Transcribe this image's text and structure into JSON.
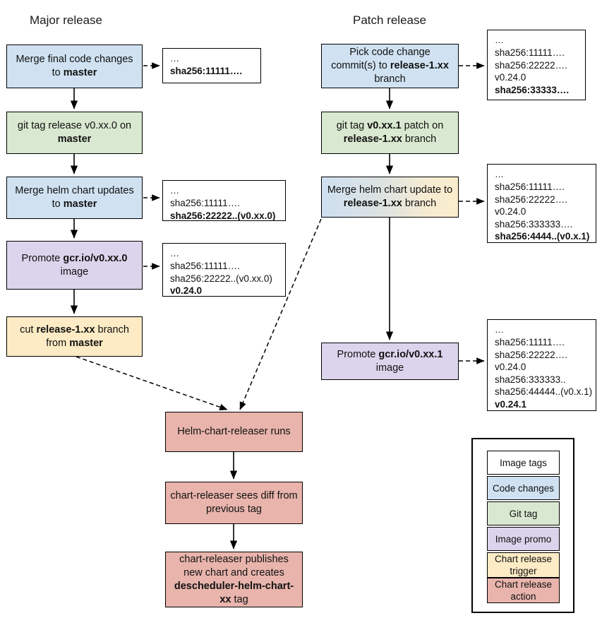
{
  "diagram": {
    "title_major": "Major release",
    "title_patch": "Patch release"
  },
  "major_flow": {
    "n1": {
      "text": "Merge final code changes to ",
      "bold": "master",
      "type": "Code changes"
    },
    "n2": {
      "text": "git tag release v0.xx.0 on ",
      "bold": "master",
      "type": "Git tag"
    },
    "n3": {
      "text": "Merge helm chart updates to ",
      "bold": "master",
      "type": "Code changes"
    },
    "n4": {
      "pre": "Promote ",
      "bold": "gcr.io/v0.xx.0",
      "post": " image",
      "type": "Image promo"
    },
    "n5": {
      "pre": "cut ",
      "bold": "release-1.xx",
      "mid": " branch from ",
      "bold2": "master",
      "type": "Chart release trigger"
    }
  },
  "patch_flow": {
    "p1": {
      "text": "Pick code change commit(s) to ",
      "bold": "release-1.xx",
      "post": " branch",
      "type": "Code changes"
    },
    "p2": {
      "pre": "git tag ",
      "bold": "v0.xx.1",
      "mid": " patch on ",
      "bold2": "release-1.xx",
      "post": " branch",
      "type": "Git tag"
    },
    "p3": {
      "pre": "Merge helm chart update to ",
      "bold": "release-1.xx",
      "post": " branch",
      "type": "Code changes + Chart release trigger"
    },
    "p4": {
      "pre": "Promote ",
      "bold": "gcr.io/v0.xx.1",
      "post": " image",
      "type": "Image promo"
    }
  },
  "releaser_flow": {
    "r1": {
      "text": "Helm-chart-releaser runs",
      "type": "Chart release action"
    },
    "r2": {
      "text": "chart-releaser sees diff from previous tag",
      "type": "Chart release action"
    },
    "r3": {
      "pre": "chart-releaser publishes new chart and creates ",
      "bold": "descheduler-helm-chart-xx",
      "post": " tag",
      "type": "Chart release action"
    }
  },
  "tag_boxes": {
    "t1": {
      "lines": [
        "…",
        "sha256:11111…."
      ],
      "bold_lines": [
        1
      ]
    },
    "t2": {
      "lines": [
        "…",
        "sha256:11111….",
        "sha256:22222..(v0.xx.0)"
      ],
      "bold_lines": [
        2
      ]
    },
    "t3": {
      "lines": [
        "…",
        "sha256:11111….",
        "sha256:22222..(v0.xx.0)",
        "v0.24.0"
      ],
      "bold_lines": [
        3
      ]
    },
    "t4": {
      "lines": [
        "…",
        "sha256:11111….",
        "sha256:22222….",
        "v0.24.0",
        "sha256:33333…."
      ],
      "bold_lines": [
        4
      ]
    },
    "t5": {
      "lines": [
        "…",
        "sha256:11111….",
        "sha256:22222….",
        "v0.24.0",
        "sha256:333333….",
        "sha256:4444..(v0.x.1)"
      ],
      "bold_lines": [
        5
      ]
    },
    "t6": {
      "lines": [
        "…",
        "sha256:11111….",
        "sha256:22222….",
        "v0.24.0",
        "sha256:333333..",
        "sha256:44444..(v0.x.1)",
        "v0.24.1"
      ],
      "bold_lines": [
        6
      ]
    }
  },
  "legend": {
    "items": [
      {
        "label": "Image tags",
        "color": "#ffffff"
      },
      {
        "label": "Code changes",
        "color": "#d0e2f2"
      },
      {
        "label": "Git tag",
        "color": "#d9e8d0"
      },
      {
        "label": "Image promo",
        "color": "#dcd4ec"
      },
      {
        "label": "Chart release trigger",
        "color": "#fcebc4"
      },
      {
        "label": "Chart release action",
        "color": "#e8b4ac"
      }
    ]
  },
  "colors": {
    "code_changes": "#d0e2f2",
    "git_tag": "#d9e8d0",
    "image_promo": "#dcd4ec",
    "chart_release_trigger": "#fcebc4",
    "chart_release_action": "#e8b4ac",
    "stroke": "#000000",
    "background": "#ffffff"
  }
}
